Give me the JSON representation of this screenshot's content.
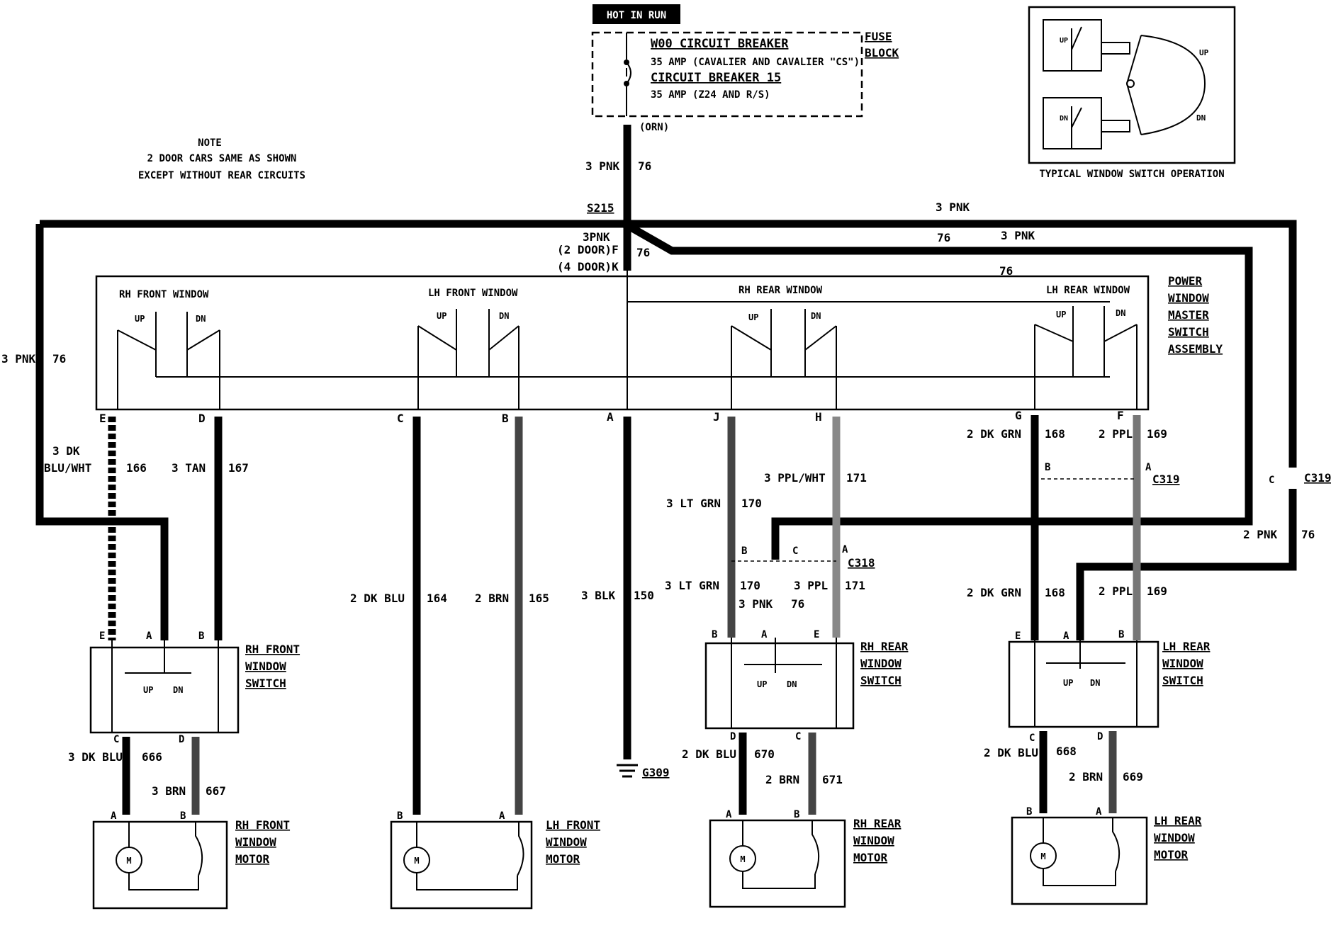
{
  "header": {
    "hot_label": "HOT IN RUN"
  },
  "fuse_block": {
    "line1": "W00 CIRCUIT BREAKER",
    "line2": "35 AMP (CAVALIER AND CAVALIER \"CS\")",
    "line3": "CIRCUIT BREAKER 15",
    "line4": "35 AMP (Z24 AND R/S)",
    "title_top": "FUSE",
    "title_bottom": "BLOCK",
    "orn": "(ORN)"
  },
  "note": {
    "title": "NOTE",
    "line1": "2 DOOR CARS SAME AS SHOWN",
    "line2": "EXCEPT WITHOUT REAR CIRCUITS"
  },
  "inset": {
    "caption": "TYPICAL WINDOW SWITCH OPERATION",
    "up": "UP",
    "dn": "DN"
  },
  "feed": {
    "top_wire": "3 PNK",
    "top_circuit": "76",
    "splice": "S215",
    "down_wire": "3PNK",
    "door2": "(2 DOOR)F",
    "door4": "(4 DOOR)K",
    "down_circuit": "76",
    "right_wire": "3 PNK",
    "right_circuit": "76",
    "right2_wire": "3 PNK",
    "right2_circuit": "76",
    "left_wire": "3 PNK",
    "left_circuit": "76"
  },
  "master": {
    "title": [
      "POWER",
      "WINDOW",
      "MASTER",
      "SWITCH",
      "ASSEMBLY"
    ],
    "sections": [
      "RH FRONT WINDOW",
      "LH FRONT WINDOW",
      "RH REAR WINDOW",
      "LH REAR WINDOW"
    ],
    "up": "UP",
    "dn": "DN",
    "pins": [
      "E",
      "D",
      "C",
      "B",
      "A",
      "J",
      "H",
      "G",
      "F"
    ]
  },
  "wires": {
    "e_color": "3 DK",
    "e_color2": "BLU/WHT",
    "e_circ": "166",
    "d_color": "3 TAN",
    "d_circ": "167",
    "c_color": "2 DK BLU",
    "c_circ": "164",
    "b_color": "2 BRN",
    "b_circ": "165",
    "a_color": "3 BLK",
    "a_circ": "150",
    "j_color1": "3 LT GRN",
    "j_circ1": "170",
    "j_color2": "3 LT GRN",
    "j_circ2": "170",
    "h_color1": "3 PPL/WHT",
    "h_circ1": "171",
    "h_color2": "3 PPL",
    "h_circ2": "171",
    "rr_pnk": "3 PNK",
    "rr_pnk_circ": "76",
    "g_color1": "2 DK GRN",
    "g_circ1": "168",
    "g_color2": "2 DK GRN",
    "g_circ2": "168",
    "f_color1": "2 PPL",
    "f_circ1": "169",
    "f_color2": "2 PPL",
    "f_circ2": "169",
    "c319_wire": "2 PNK",
    "c319_circ": "76",
    "rf_c": "3 DK BLU",
    "rf_c_circ": "666",
    "rf_d": "3 BRN",
    "rf_d_circ": "667",
    "rr_d": "2 DK BLU",
    "rr_d_circ": "670",
    "rr_c": "2 BRN",
    "rr_c_circ": "671",
    "lr_c": "2 DK BLU",
    "lr_c_circ": "668",
    "lr_d": "2 BRN",
    "lr_d_circ": "669"
  },
  "connectors": {
    "c318": "C318",
    "c319": "C319",
    "c319b": "C319",
    "ground": "G309",
    "pin_a": "A",
    "pin_b": "B",
    "pin_c": "C"
  },
  "switches": {
    "rf": [
      "RH FRONT",
      "WINDOW",
      "SWITCH"
    ],
    "rr": [
      "RH REAR",
      "WINDOW",
      "SWITCH"
    ],
    "lr": [
      "LH REAR",
      "WINDOW",
      "SWITCH"
    ],
    "up": "UP",
    "dn": "DN"
  },
  "motors": {
    "rf": [
      "RH FRONT",
      "WINDOW",
      "MOTOR"
    ],
    "lf": [
      "LH FRONT",
      "WINDOW",
      "MOTOR"
    ],
    "rr": [
      "RH REAR",
      "WINDOW",
      "MOTOR"
    ],
    "lr": [
      "LH REAR",
      "WINDOW",
      "MOTOR"
    ],
    "m": "M"
  },
  "pins": {
    "a": "A",
    "b": "B",
    "c": "C",
    "d": "D",
    "e": "E"
  }
}
